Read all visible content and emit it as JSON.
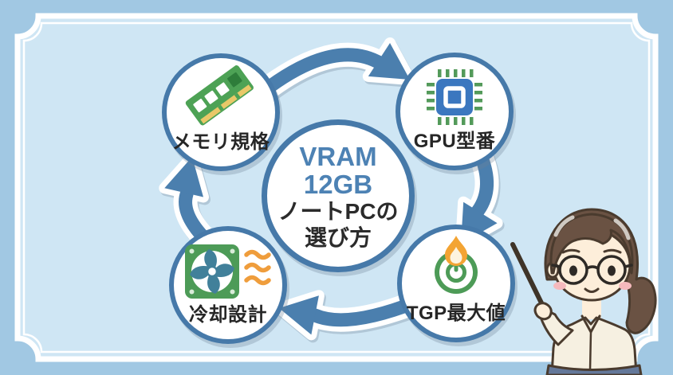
{
  "diagram": {
    "type": "cycle-infographic",
    "center": {
      "line1": "VRAM",
      "line2": "12GB",
      "line3": "ノートPCの",
      "line4": "選び方"
    },
    "nodes": {
      "memory": {
        "label": "メモリ規格",
        "icon": "ram-icon"
      },
      "gpu": {
        "label": "GPU型番",
        "icon": "gpu-chip-icon"
      },
      "tgp": {
        "label": "TGP最大値",
        "icon": "power-flame-icon"
      },
      "cooling": {
        "label": "冷却設計",
        "icon": "fan-icon"
      }
    },
    "flow": [
      "memory",
      "gpu",
      "tgp",
      "cooling"
    ]
  },
  "colors": {
    "outer_bg": "#a1c8e3",
    "inner_bg": "#cfe6f4",
    "frame_border": "#ffffff",
    "arrow": "#4b7fae",
    "circle_border": "#4679a9",
    "accent_text": "#4d82b4",
    "label_text": "#262626",
    "ram_green": "#4da255",
    "chip_blue": "#3b77bf",
    "pin_green": "#539a5a",
    "power_green": "#4d9b57",
    "flame_orange": "#f3a433",
    "fan_green": "#4d9b57",
    "blade_teal": "#41809a",
    "heat_orange": "#ef9d3c"
  },
  "illustration": {
    "name": "teacher-with-pointer-character"
  }
}
